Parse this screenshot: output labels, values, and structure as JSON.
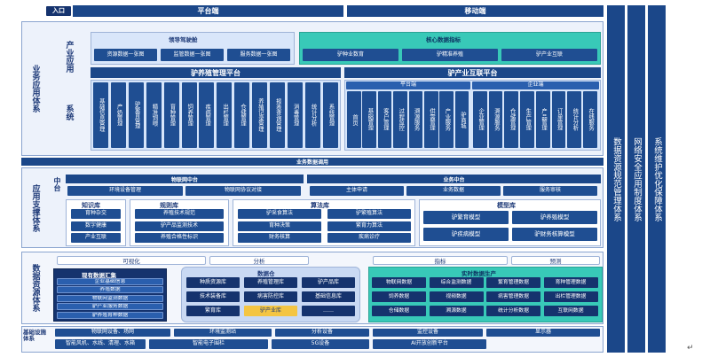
{
  "entry": {
    "label": "入口",
    "platform": "平台端",
    "mobile": "移动端"
  },
  "biz": {
    "label": "业务应用体系",
    "sublabel1": "产业应用",
    "sublabel2": "系统",
    "cockpit": "领导驾驶舱",
    "cockpit_items": [
      "资源数据一张图",
      "监管数据一张图",
      "服务数据一张图"
    ],
    "core": "核心数据指标",
    "core_items": [
      "驴种业数育",
      "驴精准养殖",
      "驴产业互联"
    ],
    "breed_platform": "驴养殖管理平台",
    "breed_systems": [
      "基础信息管理",
      "产奶管理",
      "驴繁育管理",
      "精准饲喂",
      "育种管理",
      "饲养管理",
      "疾病管理",
      "出栏管理",
      "仓储管理",
      "养殖记录管理",
      "报表查询管理",
      "消毒管理",
      "统计分析",
      "系统管理"
    ],
    "internet_platform": "驴产业互联平台",
    "platform_side": "平台端",
    "enterprise_side": "企业端",
    "platform_systems": [
      "首页",
      "基础管理",
      "客户管理",
      "过程监控",
      "溯源服务",
      "供需管理",
      "产业服务",
      "驴商城"
    ],
    "enterprise_systems": [
      "企业管理",
      "溯源服务",
      "仓储管理",
      "生产管理",
      "产品管理",
      "订单管理",
      "统计分析",
      "在线服务"
    ]
  },
  "support": {
    "label": "应用支撑体系",
    "bus": "业务数据调用",
    "zhongtai": "中台",
    "iot": "物联网中台",
    "iot_items": [
      "环境设备管理",
      "物联网协议对接"
    ],
    "biz_center": "业务中台",
    "biz_items": [
      "主体申请",
      "业务数据",
      "服务审核"
    ],
    "knowledge": "知识库",
    "knowledge_items": [
      "育种杂交",
      "数字健康",
      "产业互联"
    ],
    "rules": "规则库",
    "rules_items": [
      "养殖技术规范",
      "驴产品监测技术",
      "养殖合格性标识"
    ],
    "algo": "算法库",
    "algo_items": [
      "驴采食算法",
      "驴繁殖算法",
      "育种决策",
      "繁育力算法",
      "财务核算",
      "疾病诊疗"
    ],
    "model": "模型库",
    "model_items": [
      "驴繁育模型",
      "驴养殖模型",
      "驴疾病模型",
      "驴财务核算模型"
    ]
  },
  "data": {
    "label": "数据资源体系",
    "ops": [
      "可视化",
      "分析",
      "指标",
      "预测"
    ],
    "existing": "现有数据汇集",
    "existing_items": [
      "企业基础信息",
      "养殖数据",
      "物联网监测数据",
      "驴产业服务数据",
      "驴养殖育种数据"
    ],
    "warehouse": "数据仓",
    "warehouse_items": [
      "种质资源库",
      "养殖管理库",
      "驴产品库",
      "技术装备库",
      "病害防控库",
      "基础信息库",
      "繁育库",
      "驴产业库",
      "……"
    ],
    "realtime": "实时数据生产",
    "realtime_items": [
      "物联网数据",
      "综合监测数据",
      "繁育管理数据",
      "育种管理数据",
      "饲养数据",
      "视频数据",
      "病害管理数据",
      "出栏管理数据",
      "仓储数据",
      "溯源数据",
      "统计分析数据",
      "互联网数据"
    ]
  },
  "infra": {
    "label": "基础设施体系",
    "items_top": [
      "物联网设备、场网",
      "环境监测站",
      "分析设备",
      "监控设备",
      "显示器"
    ],
    "items_bot": [
      "智能风机、水线、清理、水箱",
      "智能电子围栏",
      "5G设备",
      "AI开放创新平台"
    ]
  },
  "rails": [
    "数据资源规范管理体系",
    "网络安全应用制度体系",
    "系统维护优化保障体系"
  ]
}
